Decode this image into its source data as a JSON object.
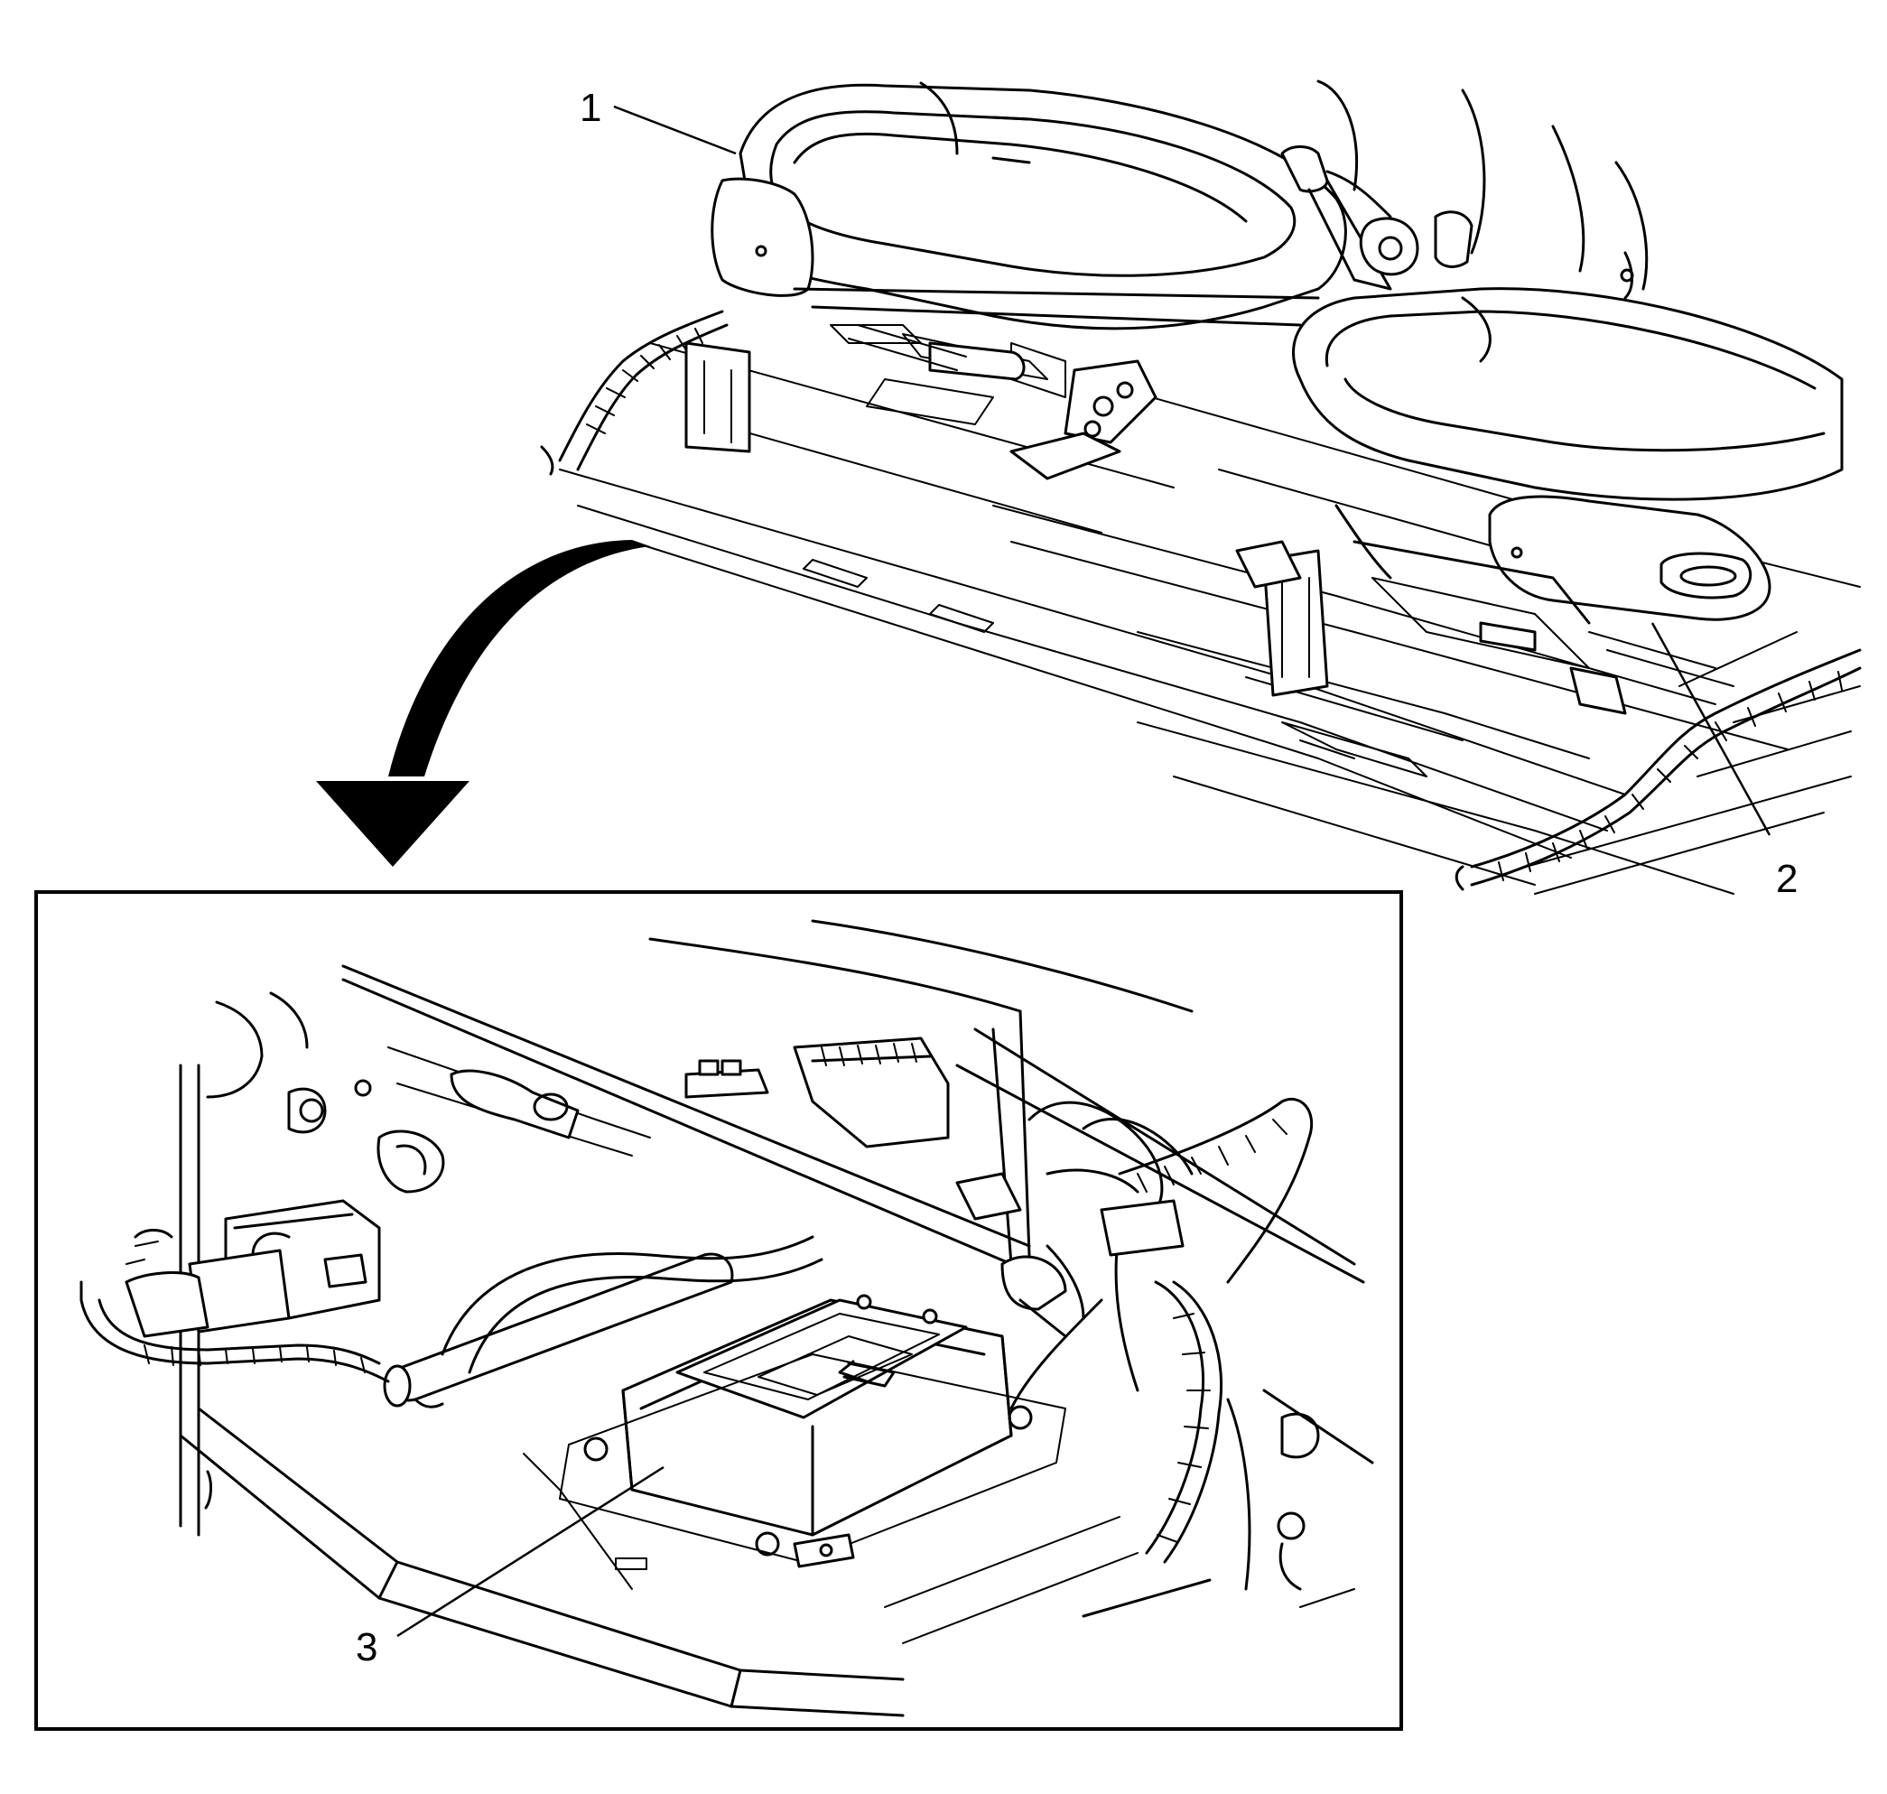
{
  "callouts": [
    {
      "id": "1",
      "text": "1"
    },
    {
      "id": "2",
      "text": "2"
    },
    {
      "id": "3",
      "text": "3"
    }
  ],
  "colors": {
    "line": "#000000",
    "background": "#ffffff"
  },
  "icons": [
    "curved-arrow-icon"
  ]
}
